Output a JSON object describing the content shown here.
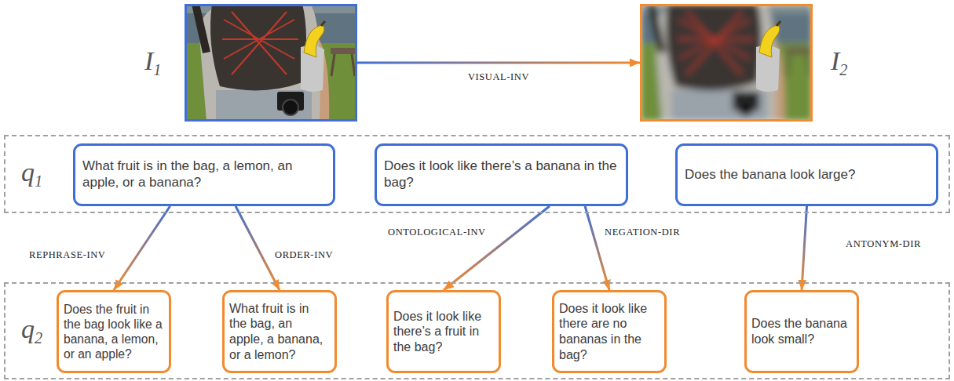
{
  "diagram": {
    "nodes": [
      {
        "text": [
          "I1"
        ]
      },
      {
        "text": [
          "I2"
        ]
      },
      {
        "text": [
          "q1"
        ]
      },
      {
        "text": [
          "What fruit is in the bag, a lemon, an apple, or a banana?"
        ],
        "in": 2
      },
      {
        "text": [
          "Does it look like there’s a banana in the bag?"
        ],
        "in": 2
      },
      {
        "text": [
          "Does the banana look large?"
        ],
        "in": 2
      },
      {
        "text": [
          "q2"
        ]
      },
      {
        "text": [
          "Does the fruit in the bag look like a banana, a lemon, or an apple?"
        ],
        "in": 6
      },
      {
        "text": [
          "What fruit is in the bag, an apple, a banana, or a lemon?"
        ],
        "in": 6
      },
      {
        "text": [
          "Does it look like there’s a fruit in the bag?"
        ],
        "in": 6
      },
      {
        "text": [
          "Does it look like there are no bananas in the bag?"
        ],
        "in": 6
      },
      {
        "text": [
          "Does the banana look small?"
        ],
        "in": 6
      }
    ],
    "edges": [
      {
        "from": 0,
        "to": 1,
        "label": "VISUAL-INV",
        "arrow": "to"
      },
      {
        "from": 3,
        "to": 7,
        "label": "REPHRASE-INV",
        "arrow": "to"
      },
      {
        "from": 3,
        "to": 8,
        "label": "ORDER-INV",
        "arrow": "to"
      },
      {
        "from": 4,
        "to": 9,
        "label": "ONTOLOGICAL-INV",
        "arrow": "to"
      },
      {
        "from": 4,
        "to": 10,
        "label": "NEGATION-DIR",
        "arrow": "to"
      },
      {
        "from": 5,
        "to": 11,
        "label": "ANTONYM-DIR",
        "arrow": "to"
      }
    ]
  }
}
